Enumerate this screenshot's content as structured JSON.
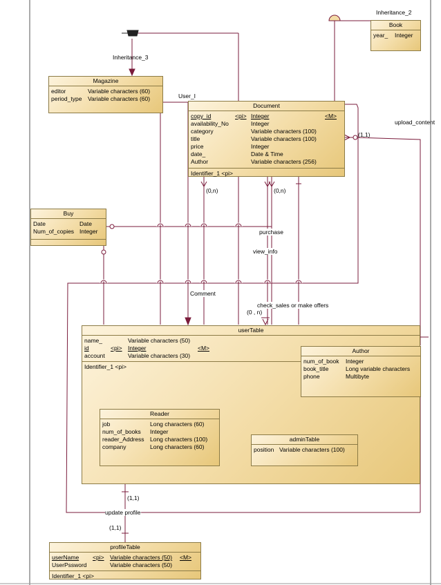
{
  "labels": {
    "inheritance_2": "Inheritance_2",
    "inheritance_3": "Inheritance_3",
    "user_i": "User_I",
    "upload_content": "upload_content",
    "one_one_doc": "(1,1)",
    "zero_n_a": "(0,n)",
    "zero_n_b": "(0,n)",
    "purchase": "purchase",
    "view_info": "view_info",
    "comment": "Comment",
    "check_sales": "check_sales or make offers",
    "zero_n_user": "(0 , n)",
    "one_one_user": "(1,1)",
    "update_profile": "update profile",
    "one_one_profile": "(1,1)"
  },
  "entities": {
    "book": {
      "title": "Book",
      "rows": [
        [
          "year_",
          "Integer"
        ]
      ]
    },
    "magazine": {
      "title": "Magazine",
      "rows": [
        [
          "editor",
          "Variable characters (60)"
        ],
        [
          "period_type",
          "Variable characters (60)"
        ]
      ]
    },
    "document": {
      "title": "Document",
      "rows": [
        [
          "copy_id",
          "<pi>",
          "Integer",
          "<M>"
        ],
        [
          "availability_No",
          "",
          "Integer",
          ""
        ],
        [
          "category",
          "",
          "Variable characters (100)",
          ""
        ],
        [
          "title",
          "",
          "Variable characters (100)",
          ""
        ],
        [
          "price",
          "",
          "Integer",
          ""
        ],
        [
          "date_",
          "",
          "Date & Time",
          ""
        ],
        [
          "Author",
          "",
          "Variable characters (256)",
          ""
        ]
      ],
      "identifier": "Identifier_1 <pi>"
    },
    "buy": {
      "title": "Buy",
      "rows": [
        [
          "Date",
          "Date"
        ],
        [
          "Num_of_copies",
          "Integer"
        ]
      ]
    },
    "usertable": {
      "title": "userTable",
      "rows": [
        [
          "name_",
          "",
          "Variable characters (50)",
          ""
        ],
        [
          "id",
          "<pi>",
          "Integer",
          "<M>"
        ],
        [
          "account",
          "",
          "Variable characters (30)",
          ""
        ]
      ],
      "identifier": "Identifier_1 <pi>"
    },
    "author": {
      "title": "Author",
      "rows": [
        [
          "num_of_book",
          "Integer"
        ],
        [
          "book_title",
          "Long variable characters"
        ],
        [
          "phone",
          "Multibyte"
        ]
      ]
    },
    "reader": {
      "title": "Reader",
      "rows": [
        [
          "job",
          "Long characters (60)"
        ],
        [
          "num_of_books",
          "Integer"
        ],
        [
          "reader_Address",
          "Long characters (100)"
        ],
        [
          "company",
          "Long characters (60)"
        ]
      ]
    },
    "admintable": {
      "title": "adminTable",
      "rows": [
        [
          "position",
          "Variable characters (100)"
        ]
      ]
    },
    "profiletable": {
      "title": "profileTable",
      "rows": [
        [
          "userName",
          "<pi>",
          "Variable characters (50)",
          "<M>"
        ],
        [
          "UserPssword",
          "",
          "Variable characters (50)",
          ""
        ]
      ],
      "identifier": "Identifier_1 <pi>"
    }
  }
}
